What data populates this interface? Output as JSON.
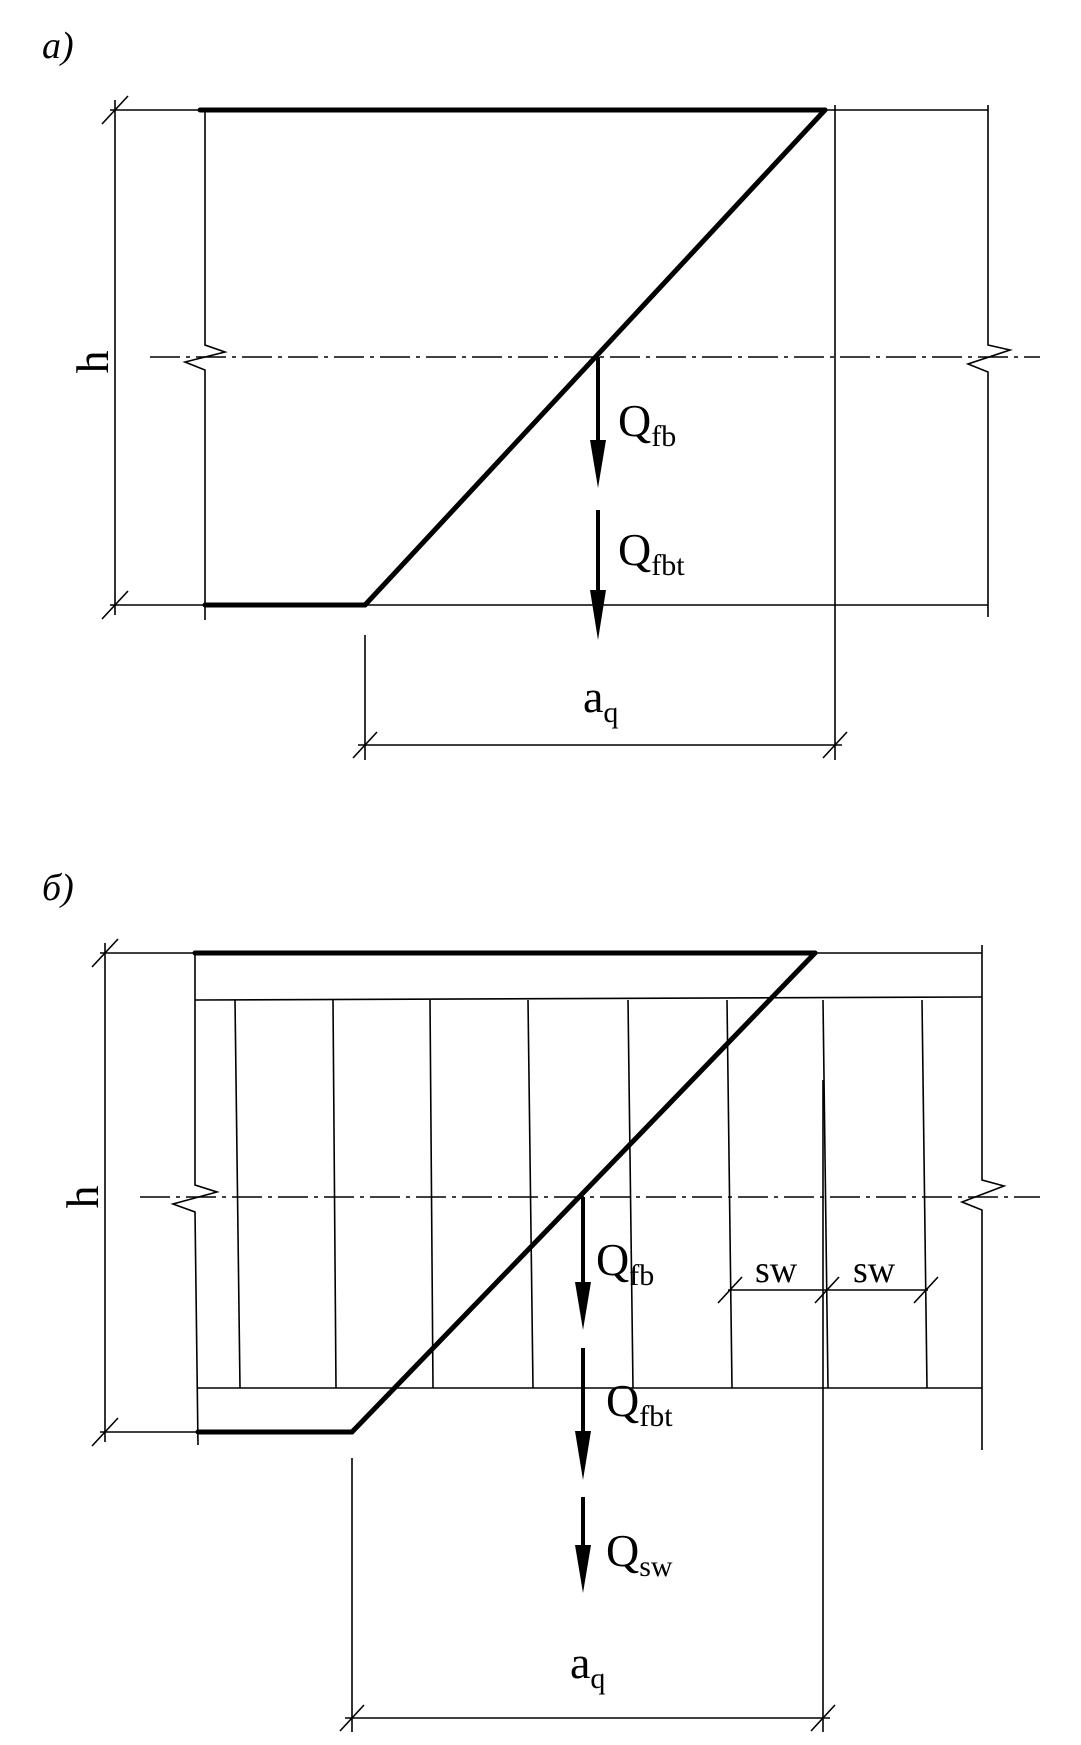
{
  "panels": {
    "a": {
      "label": "а)",
      "height_label": "h",
      "force1": {
        "main": "Q",
        "sub": "fb"
      },
      "force2": {
        "main": "Q",
        "sub": "fbt"
      },
      "span_label": {
        "main": "a",
        "sub": "q"
      }
    },
    "b": {
      "label": "б)",
      "height_label": "h",
      "force1": {
        "main": "Q",
        "sub": "fb"
      },
      "force2": {
        "main": "Q",
        "sub": "fbt"
      },
      "force3": {
        "main": "Q",
        "sub": "sw"
      },
      "spacing_label_1": "sw",
      "spacing_label_2": "sw",
      "span_label": {
        "main": "a",
        "sub": "q"
      }
    }
  }
}
